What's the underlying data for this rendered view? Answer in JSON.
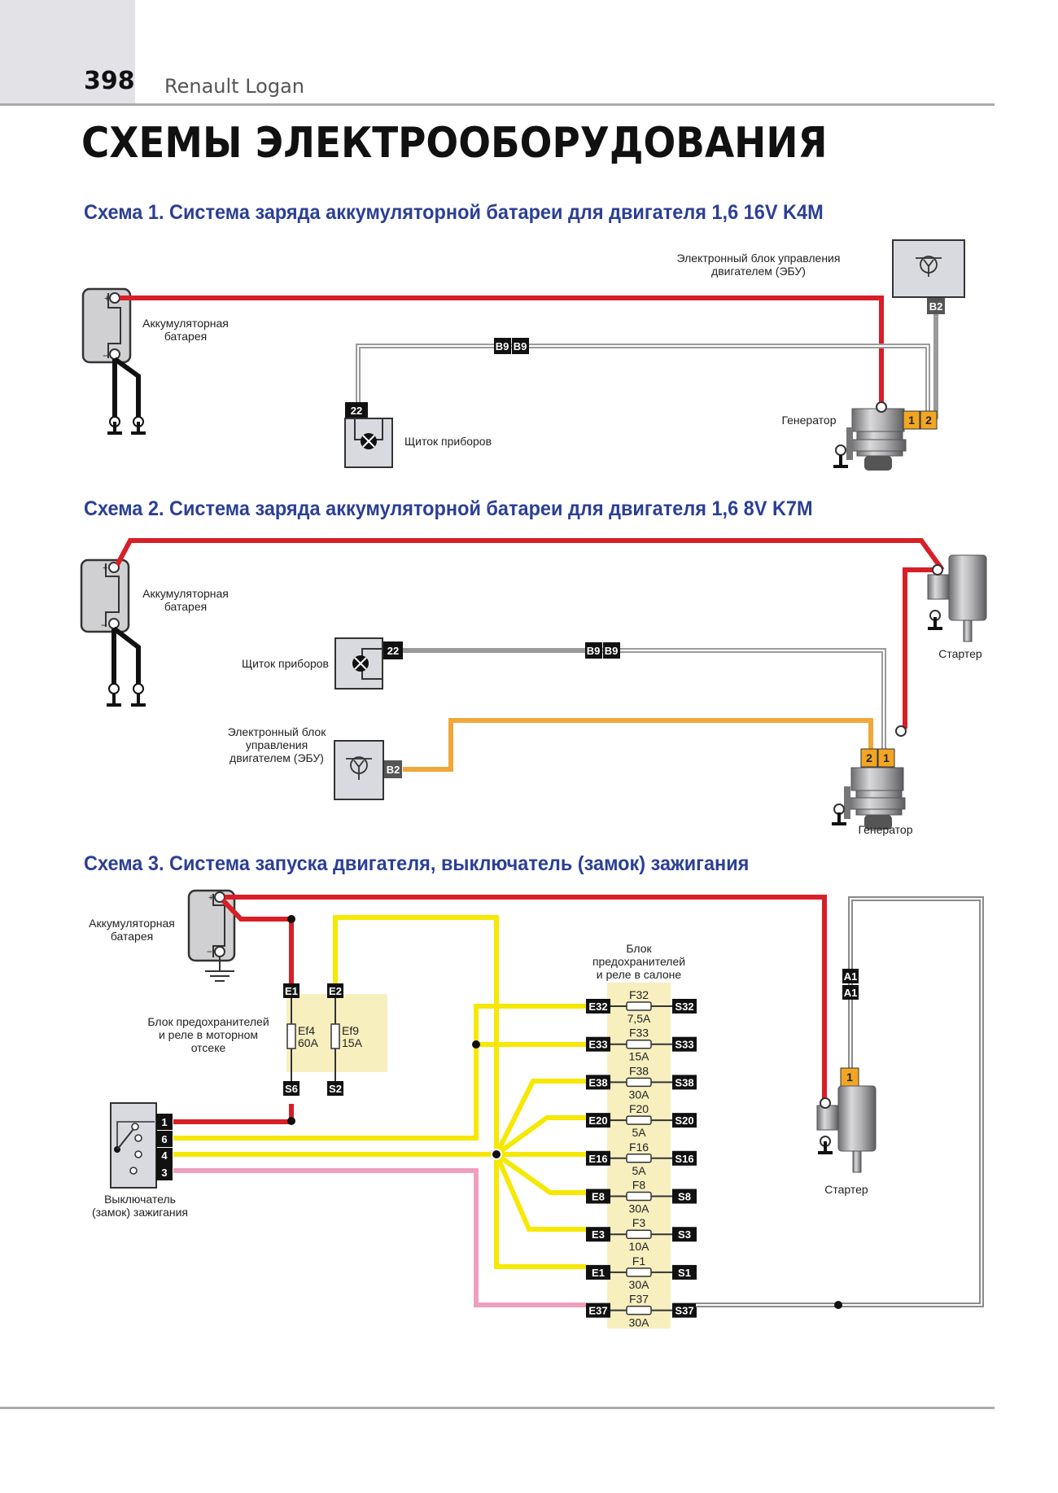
{
  "header": {
    "page_number": "398",
    "book_title": "Renault Logan"
  },
  "main_title": "СХЕМЫ ЭЛЕКТРООБОРУДОВАНИЯ",
  "colors": {
    "title_blue": "#2b3f96",
    "wire_red": "#d81e26",
    "wire_gray": "#9a9a9a",
    "wire_orange": "#f0a83a",
    "wire_yellow": "#f6e800",
    "wire_pink": "#ef9fbe",
    "fuse_block_bg": "#f8efbf",
    "connector_orange": "#f2a623"
  },
  "scheme1": {
    "title": "Схема 1. Система заряда аккумуляторной батареи для двигателя 1,6 16V K4M",
    "battery": {
      "label_line1": "Аккумуляторная",
      "label_line2": "батарея",
      "plus": "+",
      "minus": "−"
    },
    "ecu": {
      "label_line1": "Электронный блок управления",
      "label_line2": "двигателем (ЭБУ)",
      "pin": "B2"
    },
    "dashboard": {
      "label": "Щиток приборов",
      "pin": "22"
    },
    "connector": [
      "B9",
      "B9"
    ],
    "generator": {
      "label": "Генератор",
      "pins": [
        "1",
        "2"
      ]
    }
  },
  "scheme2": {
    "title": "Схема 2. Система заряда аккумуляторной батареи для двигателя 1,6 8V K7M",
    "battery": {
      "label_line1": "Аккумуляторная",
      "label_line2": "батарея",
      "plus": "+",
      "minus": "−"
    },
    "dashboard": {
      "label": "Щиток приборов",
      "pin": "22"
    },
    "ecu": {
      "label_line1": "Электронный блок",
      "label_line2": "управления",
      "label_line3": "двигателем (ЭБУ)",
      "pin": "B2"
    },
    "connector": [
      "B9",
      "B9"
    ],
    "starter": {
      "label": "Стартер"
    },
    "generator": {
      "label": "Генератор",
      "pins": [
        "2",
        "1"
      ]
    }
  },
  "scheme3": {
    "title": "Схема 3. Система запуска двигателя, выключатель (замок) зажигания",
    "battery": {
      "label_line1": "Аккумуляторная",
      "label_line2": "батарея",
      "plus": "+",
      "minus": "−"
    },
    "engine_fuse_block": {
      "label_line1": "Блок предохранителей",
      "label_line2": "и реле в моторном",
      "label_line3": "отсеке",
      "inputs": [
        "E1",
        "E2"
      ],
      "outputs": [
        "S6",
        "S2"
      ],
      "fuses": [
        {
          "name": "Ef4",
          "rating": "60A"
        },
        {
          "name": "Ef9",
          "rating": "15A"
        }
      ]
    },
    "ignition_switch": {
      "label_line1": "Выключатель",
      "label_line2": "(замок) зажигания",
      "pins": [
        "1",
        "6",
        "4",
        "3"
      ]
    },
    "cabin_fuse_block": {
      "label_line1": "Блок",
      "label_line2": "предохранителей",
      "label_line3": "и реле в салоне",
      "rows": [
        {
          "in": "E32",
          "fuse": "F32",
          "rating": "7,5A",
          "out": "S32"
        },
        {
          "in": "E33",
          "fuse": "F33",
          "rating": "15A",
          "out": "S33"
        },
        {
          "in": "E38",
          "fuse": "F38",
          "rating": "30A",
          "out": "S38"
        },
        {
          "in": "E20",
          "fuse": "F20",
          "rating": "5A",
          "out": "S20"
        },
        {
          "in": "E16",
          "fuse": "F16",
          "rating": "5A",
          "out": "S16"
        },
        {
          "in": "E8",
          "fuse": "F8",
          "rating": "30A",
          "out": "S8"
        },
        {
          "in": "E3",
          "fuse": "F3",
          "rating": "10A",
          "out": "S3"
        },
        {
          "in": "E1",
          "fuse": "F1",
          "rating": "30A",
          "out": "S1"
        },
        {
          "in": "E37",
          "fuse": "F37",
          "rating": "30A",
          "out": "S37"
        }
      ]
    },
    "connector": [
      "A1",
      "A1"
    ],
    "starter": {
      "label": "Стартер",
      "pin": "1"
    }
  }
}
